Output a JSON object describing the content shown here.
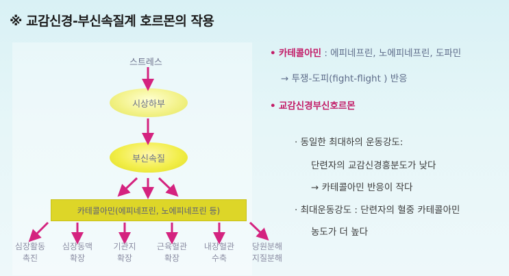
{
  "title": "※ 교감신경-부신속질계 호르몬의 작용",
  "flow": {
    "stress": "스트레스",
    "hypothalamus": "시상하부",
    "adrenal_medulla": "부신속질",
    "catecholamine_box": "카테콜아민(에피네프린, 노에피네프린 등)",
    "effects": [
      {
        "line1": "심장활동",
        "line2": "촉진"
      },
      {
        "line1": "심장동맥",
        "line2": "확장"
      },
      {
        "line1": "기관지",
        "line2": "확장"
      },
      {
        "line1": "근육혈관",
        "line2": "확장"
      },
      {
        "line1": "내장혈관",
        "line2": "수축"
      },
      {
        "line1": "당원분해",
        "line2": "지질분해"
      }
    ]
  },
  "right": {
    "bullet1_mark": "•",
    "bullet1_head": "카테콜아민",
    "bullet1_rest": " : 에피네프린, 노에피네프린, 도파민",
    "arrow_line": "→ 투쟁-도피(fight-flight ) 반응",
    "bullet2_mark": "•",
    "bullet2_head": "교감신경부신호르몬",
    "sub1_mark": "·",
    "sub1_line1": "동일한 최대하의 운동강도:",
    "sub1_line2": "단련자의 교감신경흥분도가 낮다",
    "sub1_line3": "→ 카테콜아민 반응이 작다",
    "sub2_mark": "·",
    "sub2_line1": "최대운동강도 : 단련자의 혈중 카테콜아민",
    "sub2_line2": "농도가  더 높다"
  },
  "colors": {
    "accent_red": "#c21a66",
    "arrow_magenta": "#d4237f",
    "box_yellow": "#ddd628"
  }
}
